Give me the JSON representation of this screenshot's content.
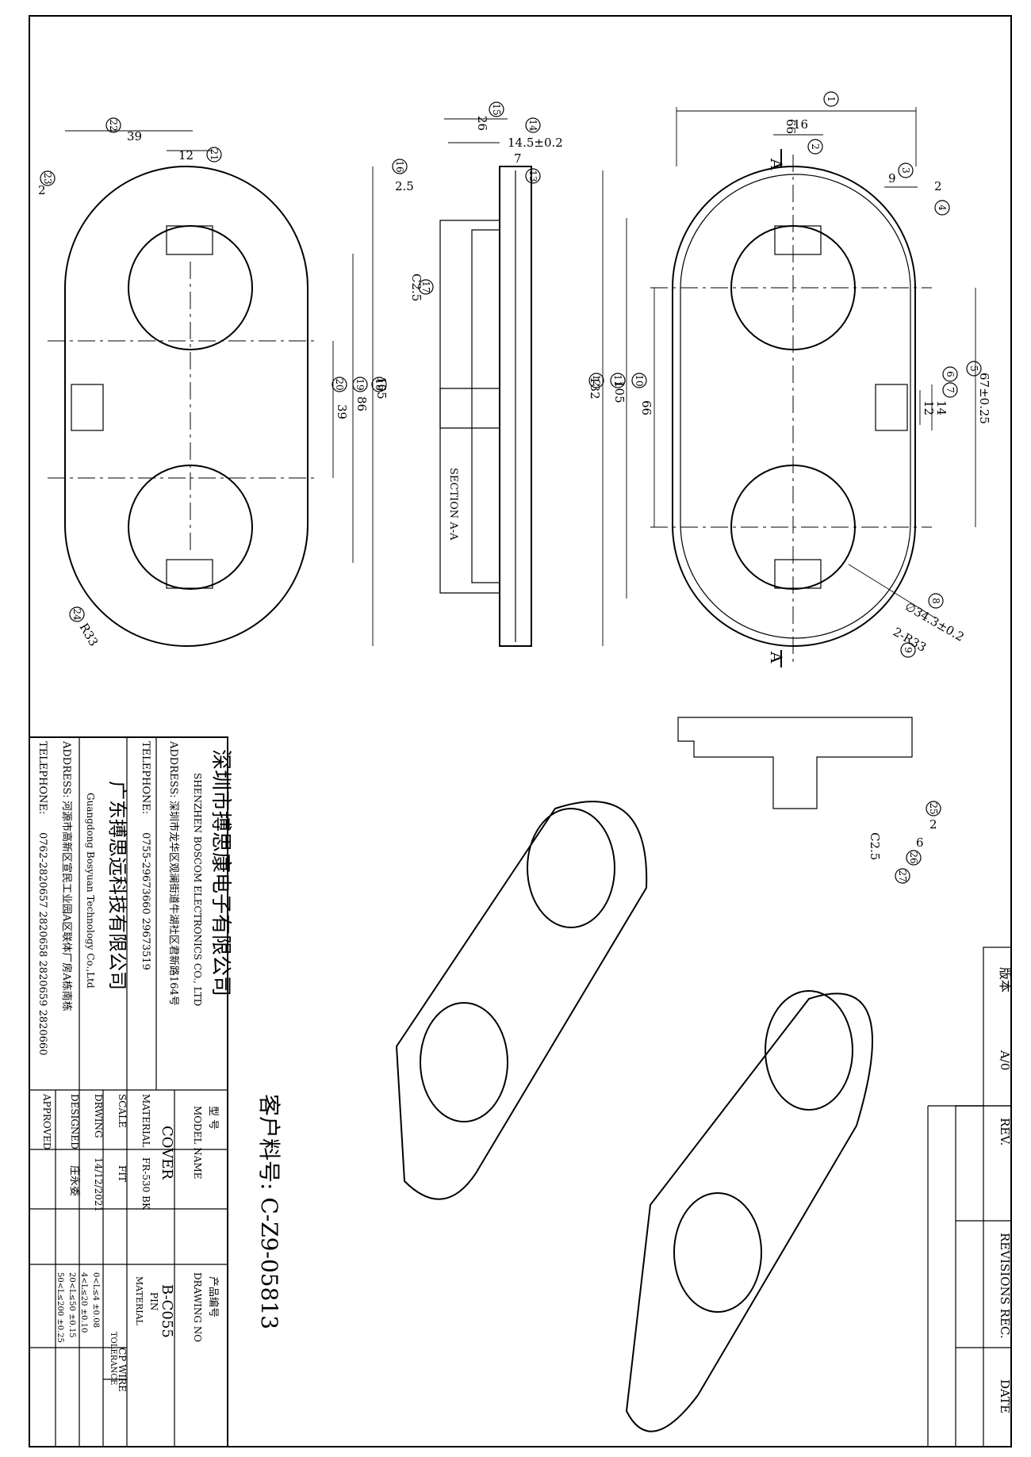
{
  "customer_code": "客户料号: C-Z9-05813",
  "company1": {
    "name_cn": "深圳市搏思康电子有限公司",
    "name_en": "SHENZHEN BOSCOM ELECTRONICS CO., LTD",
    "address_label": "ADDRESS:",
    "address": "深圳市龙华区观澜街道牛湖社区君新路164号",
    "telephone_label": "TELEPHONE:",
    "telephone": "0755-29673660  29673519"
  },
  "company2": {
    "name_cn": "广东搏思远科技有限公司",
    "name_en": "Guangdong Bosyuan Technology Co.,Ltd",
    "address_label": "ADDRESS:",
    "address": "河源市高新区宣民工业园A区联体厂房A栋南栋",
    "telephone_label": "TELEPHONE:",
    "telephone": "0762-2820657 2820658 2820659 2820660"
  },
  "title_block": {
    "model_cn": "型  号",
    "model_label": "MODEL NAME",
    "model_value": "COVER",
    "drawing_no_cn": "产品编号",
    "drawing_no_label": "DRAWING NO",
    "drawing_no": "B-C055",
    "material_label": "MATERIAL",
    "material": "FR-530 BK",
    "scale_label": "SCALE",
    "scale": "FIT",
    "drwing_label": "DRWING",
    "date": "14/12/2021",
    "designed_label": "DESIGNED",
    "designer": "庄永委",
    "approved_label": "APPROVED",
    "pin_label": "PIN",
    "pin_material_label": "MATERIAL",
    "pin_material": "CP WIRE",
    "tolerance_label": "TOLERANCE",
    "tolerances": [
      "0<L≤4   ±0.08",
      "4<L≤20  ±0.10",
      "20<L≤50  ±0.15",
      "50<L≤200 ±0.25"
    ]
  },
  "revision_block": {
    "version_cn": "版本",
    "version": "A/0",
    "rev": "REV.",
    "revisions": "REVISIONS REC.",
    "date": "DATE"
  },
  "section_label": "SECTION A-A",
  "section_marker": "A",
  "dimensions": {
    "d1": "66",
    "d2": "16",
    "d3": "9",
    "d4": "2",
    "d5": "67±0.25",
    "d6": "14",
    "d7": "12",
    "d8": "∅34.3±0.2",
    "d9": "2-R33",
    "d10": "66",
    "d11": "105",
    "d12": "132",
    "d13": "7",
    "d14": "14.5±0.2",
    "d15": "26",
    "d16": "2.5",
    "d17": "C2.5",
    "d18": "105",
    "d19": "86",
    "d20": "39",
    "d21": "12",
    "d22": "39",
    "d23": "2",
    "d24": "R33",
    "d25": "2",
    "d26": "6",
    "d27": "C2.5"
  },
  "balloons": [
    "1",
    "2",
    "3",
    "4",
    "5",
    "6",
    "7",
    "8",
    "9",
    "10",
    "11",
    "12",
    "13",
    "14",
    "15",
    "16",
    "17",
    "18",
    "19",
    "20",
    "21",
    "22",
    "23",
    "24",
    "25",
    "26",
    "27"
  ]
}
